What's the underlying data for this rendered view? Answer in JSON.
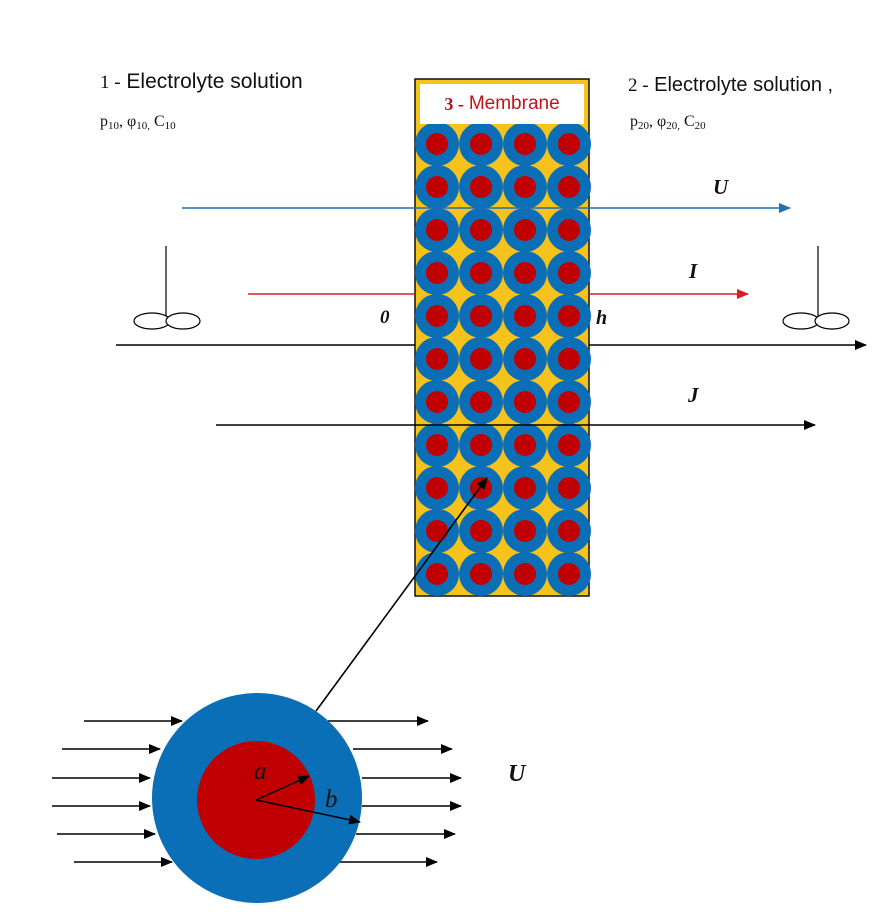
{
  "left_solution": {
    "number": "1 -",
    "title": "Electrolyte solution",
    "params": [
      {
        "sym": "p",
        "sub": "10"
      },
      {
        "sym": "φ",
        "sub": "10,"
      },
      {
        "sym": "C",
        "sub": "10"
      }
    ]
  },
  "right_solution": {
    "number": "2 -",
    "title": "Electrolyte solution ,",
    "params": [
      {
        "sym": "p",
        "sub": "20"
      },
      {
        "sym": "φ",
        "sub": "20,"
      },
      {
        "sym": "C",
        "sub": "20"
      }
    ]
  },
  "membrane": {
    "number": "3 -",
    "title": "Membrane",
    "rows": 11,
    "cols": 4
  },
  "flows": {
    "velocity_label": "U",
    "current_label": "I",
    "flux_label": "J"
  },
  "axis": {
    "origin_label": "0",
    "thickness_label": "h"
  },
  "particle": {
    "inner_radius_label": "a",
    "outer_radius_label": "b",
    "flow_label": "U"
  },
  "colors": {
    "membrane_fill": "#f6c21c",
    "shell": "#0b6fb8",
    "core": "#c00000",
    "velocity_arrow": "#1f6fb3",
    "current_arrow": "#e01b24",
    "black": "#000000"
  }
}
